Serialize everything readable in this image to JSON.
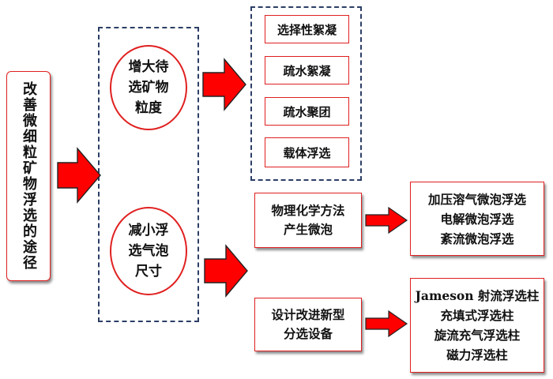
{
  "root": {
    "label": "改善微细粒矿物浮选的途径"
  },
  "branch_increase": {
    "label_lines": [
      "增大待",
      "选矿物",
      "粒度"
    ]
  },
  "branch_reduce": {
    "label_lines": [
      "减小浮",
      "选气泡",
      "尺寸"
    ]
  },
  "increase_methods": [
    "选择性絮凝",
    "疏水絮凝",
    "疏水聚团",
    "载体浮选"
  ],
  "method_physchem": {
    "label_lines": [
      "物理化学方法",
      "产生微泡"
    ]
  },
  "method_equipment": {
    "label_lines": [
      "设计改进新型",
      "分选设备"
    ]
  },
  "physchem_examples": [
    "加压溶气微泡浮选",
    "电解微泡浮选",
    "紊流微泡浮选"
  ],
  "equipment_examples": [
    "Jameson 射流浮选柱",
    "充填式浮选柱",
    "旋流充气浮选柱",
    "磁力浮选柱"
  ],
  "colors": {
    "arrow_fill": "#ff0000",
    "arrow_stroke": "#222222",
    "box_border": "#e02020",
    "dashed_border": "#2c3e66"
  }
}
